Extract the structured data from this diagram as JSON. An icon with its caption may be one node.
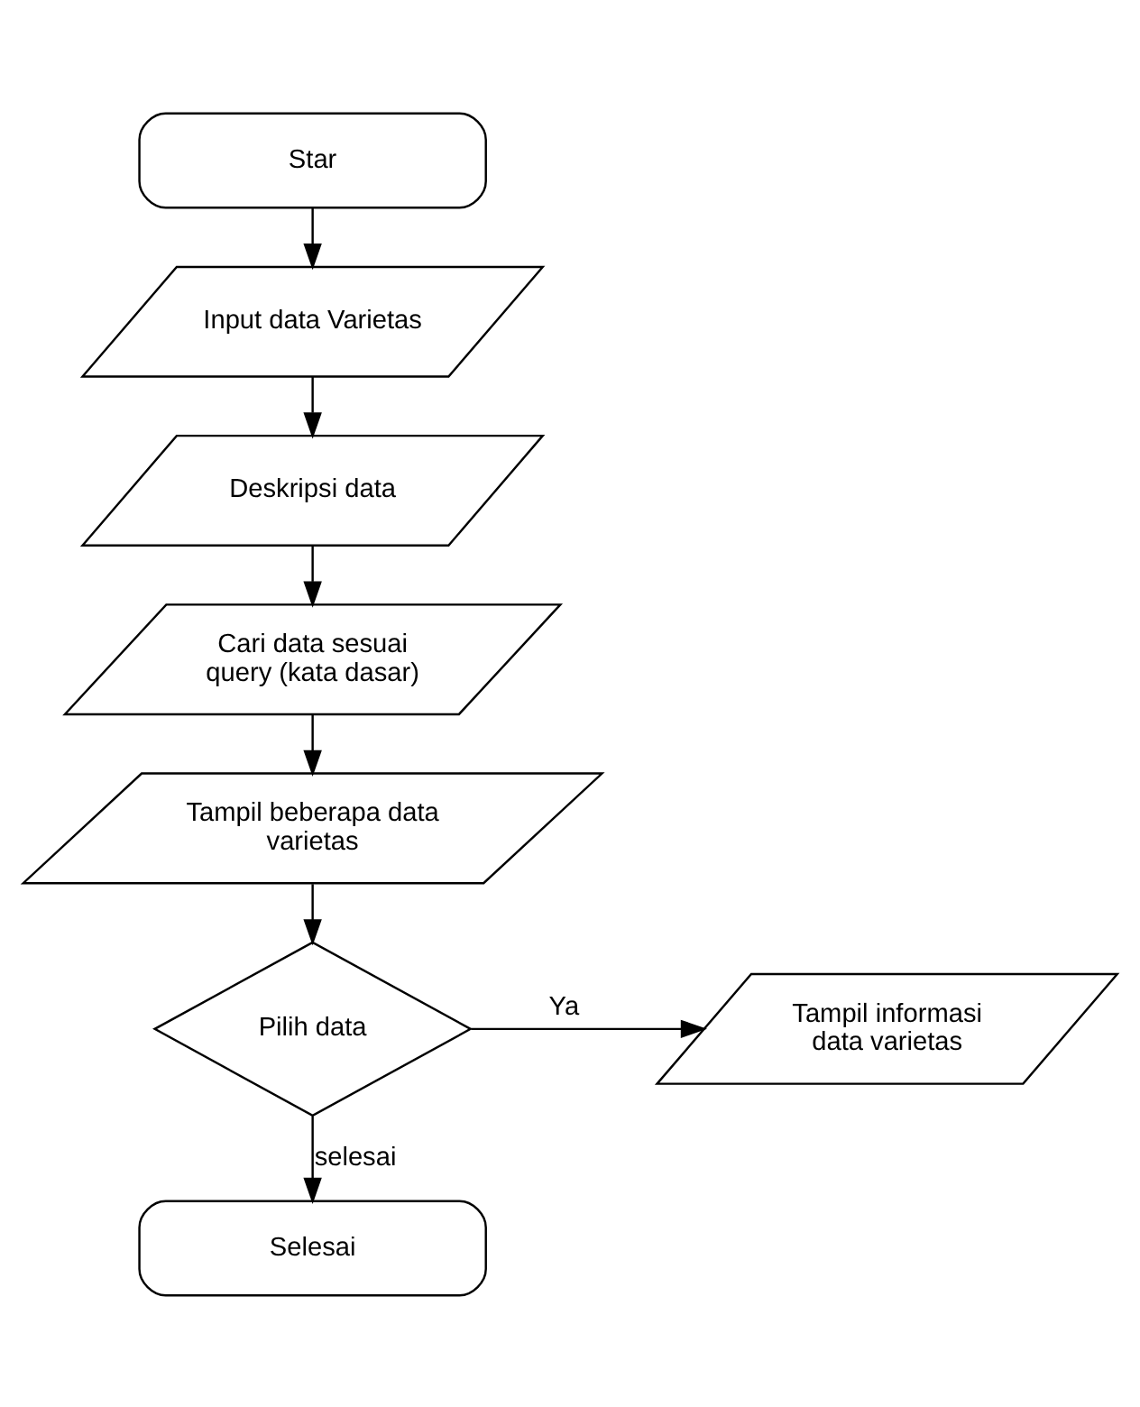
{
  "diagram": {
    "nodes": [
      {
        "text": [
          "Star"
        ]
      },
      {
        "text": [
          "Input data Varietas"
        ]
      },
      {
        "text": [
          "Deskripsi data"
        ]
      },
      {
        "text": [
          "Cari data sesuai query (kata dasar)"
        ]
      },
      {
        "text": [
          "Tampil beberapa data varietas"
        ]
      },
      {
        "text": [
          "Pilih data"
        ]
      },
      {
        "text": [
          "Tampil informasi data varietas"
        ]
      },
      {
        "text": [
          "Selesai"
        ]
      }
    ],
    "edges": [
      {
        "from": 0,
        "to": 1,
        "arrow": "to"
      },
      {
        "from": 1,
        "to": 2,
        "arrow": "to"
      },
      {
        "from": 2,
        "to": 3,
        "arrow": "to"
      },
      {
        "from": 3,
        "to": 4,
        "arrow": "to"
      },
      {
        "from": 4,
        "to": 5,
        "arrow": "to"
      },
      {
        "from": 5,
        "to": 6,
        "arrow": "to",
        "label": "Ya"
      },
      {
        "from": 5,
        "to": 7,
        "arrow": "to",
        "label": "selesai"
      }
    ]
  }
}
